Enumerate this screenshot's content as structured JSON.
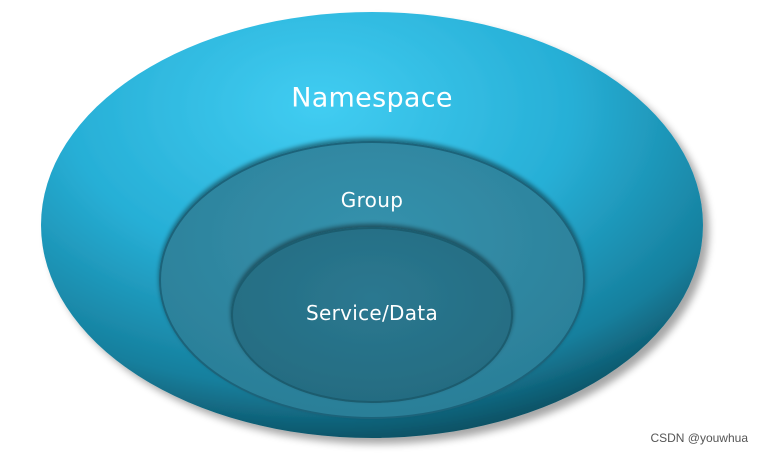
{
  "diagram": {
    "layers": [
      {
        "id": "namespace",
        "label": "Namespace"
      },
      {
        "id": "group",
        "label": "Group"
      },
      {
        "id": "service",
        "label": "Service/Data"
      }
    ]
  },
  "watermark": "CSDN @youwhua",
  "colors": {
    "outer_light": "#3cc8ee",
    "outer_mid": "#1fa3c7",
    "outer_dark": "#0a4a5c",
    "group_fill": "#2f86a0",
    "service_fill": "#276f84",
    "ring_edge": "#1c5e72"
  }
}
